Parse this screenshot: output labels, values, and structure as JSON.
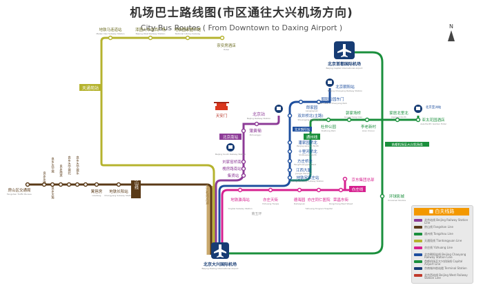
{
  "title": {
    "zh": "机场巴士路线图(市区通往大兴机场方向)",
    "en": "City Bus Routes ( From Downtown to Daxing Airport )"
  },
  "compass_label": "N",
  "colors": {
    "olive": "#b5b32e",
    "brown": "#5a3a17",
    "purple": "#8d3b97",
    "blue": "#1d4e9e",
    "dark_blue": "#173c74",
    "magenta": "#d6208f",
    "green": "#1a8f3c",
    "sand": "#b8945a"
  },
  "airports": {
    "capital": {
      "zh": "北京首都国际机场",
      "en": "Beijing Capital International Airport"
    },
    "daxing": {
      "zh": "北京大兴国际机场",
      "en": "Beijing Daxing International Airport"
    }
  },
  "stations": {
    "olive_top": [
      {
        "zh": "地铁马连道站",
        "en": "Malian Dao Subway Station"
      },
      {
        "zh": "漆园火车站西广场",
        "en": "Beijing West Railway Station"
      },
      {
        "zh": "地铁国家图书馆",
        "en": "National Library Subway"
      },
      {
        "zh": "奈安房酒店",
        "en": "Hotel"
      }
    ],
    "olive_left": {
      "zh": "天通苑站"
    },
    "brown": [
      {
        "zh": "房山区交通局",
        "en": "Fangshan Traffic Bureau"
      },
      {
        "zh": "良乡东路",
        "en": ""
      },
      {
        "zh": "良乡大学城",
        "en": ""
      },
      {
        "zh": "良乡南关",
        "en": ""
      },
      {
        "zh": "良乡大学城北",
        "en": ""
      },
      {
        "zh": "良乡大学城东",
        "en": ""
      },
      {
        "zh": "良乡大角",
        "en": ""
      },
      {
        "zh": "篱笆房",
        "en": "Libafang"
      },
      {
        "zh": "地铁长阳站",
        "en": "Changyang Subway Station"
      }
    ],
    "brown_box": "房山线",
    "purple": [
      {
        "zh": "北京站",
        "en": "Beijing Railway Station"
      },
      {
        "zh": "蒲黄榆",
        "en": "Puhuangyu"
      },
      {
        "zh": "北京南站",
        "en": "Beijing South Railway Station"
      },
      {
        "zh": "刘家窑桥南",
        "en": "Liujiayao Bridge South"
      },
      {
        "zh": "槐房路南站",
        "en": "Huaifang Road South"
      },
      {
        "zh": "集贤站",
        "en": "Jixian"
      }
    ],
    "tiananmen": "天安门",
    "blue": [
      {
        "zh": "北京朝阳站",
        "en": "Beijing Chaoyang Railway Station"
      },
      {
        "zh": "朝阳公园东门",
        "en": "East Gate of Chaoyang Park"
      },
      {
        "zh": "郎家园",
        "en": "Langjiayuan"
      },
      {
        "zh": "双井桥北(主路)",
        "en": "Shuangjing Bridge North"
      },
      {
        "zh": "潘家园桥北",
        "en": "Panjiayuanqiao North"
      },
      {
        "zh": "十里河桥北",
        "en": "Shiliheqiao North"
      },
      {
        "zh": "方庄桥东",
        "en": "Fangzhuangqiao East"
      },
      {
        "zh": "江西大厦",
        "en": "Jiangxi Mansion"
      },
      {
        "zh": "地铁宋家庄站",
        "en": "Songjiazhuang Subway Station"
      }
    ],
    "blue_box": "北京朝阳站",
    "magenta": [
      {
        "zh": "地铁瀛海站",
        "en": "Yinghai Subway Station"
      },
      {
        "zh": "亦庄天街",
        "en": "Yizhuang Tianjie"
      },
      {
        "zh": "德海园",
        "en": "Dehaiyuan"
      },
      {
        "zh": "亦庄同仁医院",
        "en": "Yizhuang Tongren Hospital"
      },
      {
        "zh": "荣昌东街",
        "en": "Rongchang East Street"
      },
      {
        "zh": "京东集团总部",
        "en": "JD Group HQ"
      },
      {
        "zh": "亦庄线",
        "en": ""
      }
    ],
    "green": [
      {
        "zh": "杜仲公园",
        "en": "Duzhong Park"
      },
      {
        "zh": "郭家场桥",
        "en": "Guojiachang Qiao"
      },
      {
        "zh": "李老新村",
        "en": "Lilao Xincun"
      },
      {
        "zh": "家居北里北",
        "en": "Jiajubeili North"
      },
      {
        "zh": "亚太花园酒店",
        "en": "Asia Pacific Garden Hotel"
      },
      {
        "zh": "通州线",
        "en": ""
      },
      {
        "zh": "环球影城",
        "en": "Universal Studios"
      }
    ],
    "green_box": "首都机场至大兴机场线",
    "green_top_box": "北京亚洲站",
    "sand_vertical": "大兴机场高速",
    "road_label": "南五环"
  },
  "legend": {
    "title": "■ 白夫线路",
    "items": [
      {
        "label": "北京站线 Beijing Railway Station Line",
        "color": "#8d3b97"
      },
      {
        "label": "房山线 Fangshan Line",
        "color": "#5a3a17"
      },
      {
        "label": "通州线 Tongzhou Line",
        "color": "#1a8f3c"
      },
      {
        "label": "天通苑线 Tiantongyuan Line",
        "color": "#b5b32e"
      },
      {
        "label": "亦庄线 Yizhuang Line",
        "color": "#d6208f"
      },
      {
        "label": "北京朝阳站线 Beijing Chaoyang Railway Station Line",
        "color": "#1d4e9e"
      },
      {
        "label": "首都机场至大兴机场线 Capital Airport Line",
        "color": "#1a8f3c"
      },
      {
        "label": "京南城市航站楼 Terminal Station",
        "color": "#173c74"
      },
      {
        "label": "北京西站线 Beijing West Railway Station Line",
        "color": "#c0392b"
      }
    ]
  }
}
